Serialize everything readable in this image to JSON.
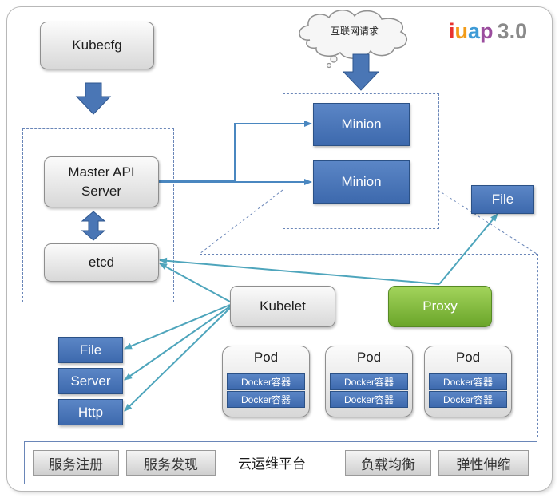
{
  "kubecfg": "Kubecfg",
  "master_api": "Master API\nServer",
  "etcd": "etcd",
  "minions": [
    "Minion",
    "Minion"
  ],
  "internet_request": "互联网请求",
  "logo": {
    "letters": [
      "i",
      "u",
      "a",
      "p"
    ],
    "letter_colors": [
      "#e8322f",
      "#f29b18",
      "#3e9bd6",
      "#9b4d9e"
    ],
    "version": "3.0"
  },
  "file_top": "File",
  "kubelet": "Kubelet",
  "proxy": "Proxy",
  "pods": [
    {
      "title": "Pod",
      "containers": [
        "Docker容器",
        "Docker容器"
      ]
    },
    {
      "title": "Pod",
      "containers": [
        "Docker容器",
        "Docker容器"
      ]
    },
    {
      "title": "Pod",
      "containers": [
        "Docker容器",
        "Docker容器"
      ]
    }
  ],
  "sources": [
    "File",
    "Server",
    "Http"
  ],
  "platform": {
    "services_left": [
      "服务注册",
      "服务发现"
    ],
    "label": "云运维平台",
    "services_right": [
      "负载均衡",
      "弹性伸缩"
    ]
  },
  "colors": {
    "arrow_blue": "#4a76b5",
    "connector_blue": "#4a87c0",
    "connector_teal": "#4ea5bc",
    "proxy_green": "#7bb636"
  }
}
